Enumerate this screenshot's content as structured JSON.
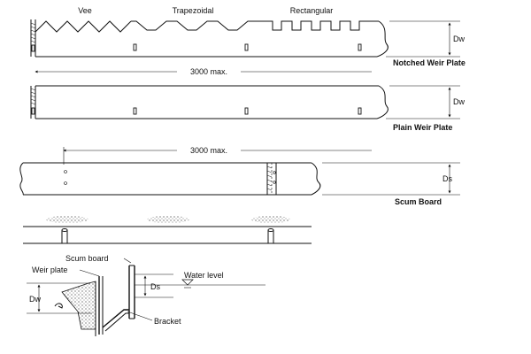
{
  "notched": {
    "vee_label": "Vee",
    "trapezoidal_label": "Trapezoidal",
    "rectangular_label": "Rectangular",
    "dim_label": "Dw",
    "title": "Notched Weir Plate"
  },
  "plain": {
    "length_label": "3000  max.",
    "dim_label": "Dw",
    "title": "Plain  Weir  Plate"
  },
  "scum": {
    "length_label": "3000  max.",
    "dim_label": "Ds",
    "title": "Scum  Board"
  },
  "section": {
    "scum_board_label": "Scum  board",
    "weir_plate_label": "Weir plate",
    "ds_label": "Ds",
    "water_level_label": "Water level",
    "dw_label": "Dw",
    "bracket_label": "Bracket"
  }
}
